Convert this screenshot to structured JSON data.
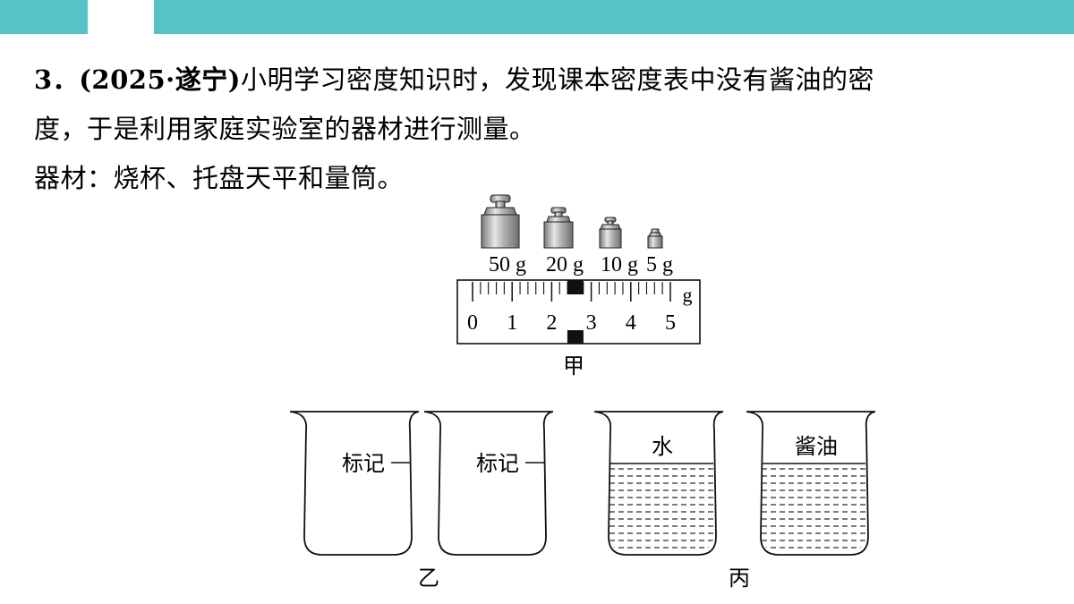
{
  "header": {
    "bar_color": "#56c3c9"
  },
  "question": {
    "number": "3．",
    "source": "(2025·遂宁)",
    "line1": "小明学习密度知识时，发现课本密度表中没有酱油的密",
    "line2": "度，于是利用家庭实验室的器材进行测量。",
    "line3": "器材：烧杯、托盘天平和量筒。"
  },
  "figure_jia": {
    "weights": [
      {
        "label": "50 g"
      },
      {
        "label": "20 g"
      },
      {
        "label": "10 g"
      },
      {
        "label": "5 g"
      }
    ],
    "scale_unit": "g",
    "scale_numbers": [
      "0",
      "1",
      "2",
      "3",
      "4",
      "5"
    ],
    "rider_value": 2.6,
    "caption": "甲"
  },
  "figure_yi": {
    "beakers": [
      {
        "label": "标记"
      },
      {
        "label": "标记"
      }
    ],
    "caption": "乙"
  },
  "figure_bing": {
    "beakers": [
      {
        "label": "水"
      },
      {
        "label": "酱油"
      }
    ],
    "caption": "丙"
  }
}
